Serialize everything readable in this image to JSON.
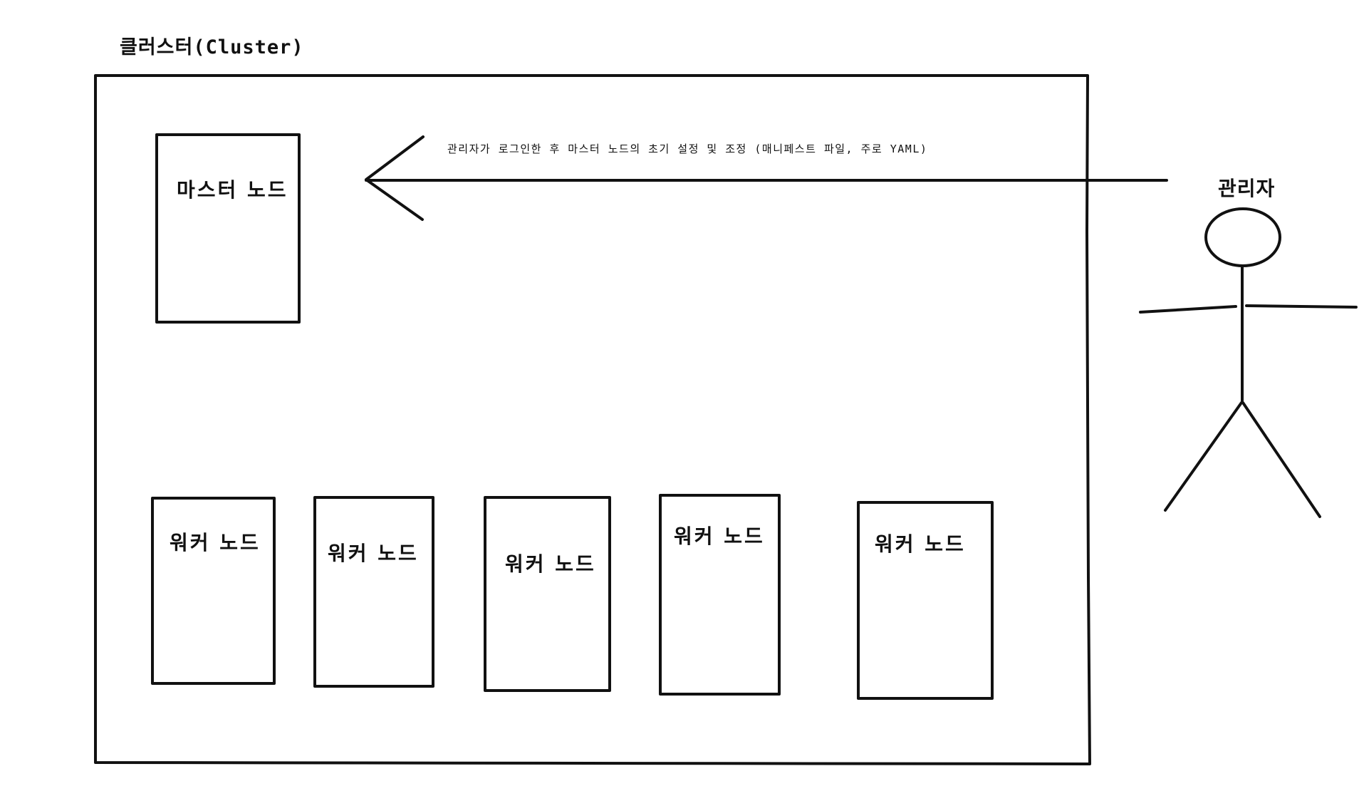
{
  "cluster": {
    "title": "클러스터(Cluster)"
  },
  "master_node": {
    "label": "마스터 노드"
  },
  "worker_nodes": [
    {
      "label": "워커 노드"
    },
    {
      "label": "워커 노드"
    },
    {
      "label": "워커 노드"
    },
    {
      "label": "워커 노드"
    },
    {
      "label": "워커 노드"
    }
  ],
  "arrow": {
    "label": "관리자가 로그인한 후 마스터 노드의 초기 설정 및 조정 (매니페스트 파일, 주로 YAML)"
  },
  "admin": {
    "label": "관리자"
  },
  "colors": {
    "stroke": "#111111",
    "background": "#ffffff"
  }
}
